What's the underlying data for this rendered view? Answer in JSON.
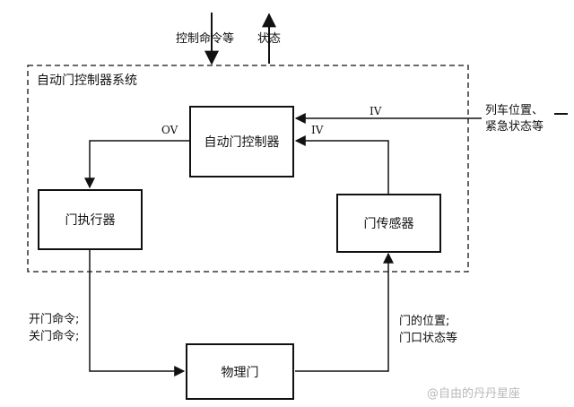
{
  "system_title": "自动门控制器系统",
  "external": {
    "input_top": "控制命令等",
    "output_top": "状态",
    "input_right_line1": "列车位置、",
    "input_right_line2": "紧急状态等"
  },
  "blocks": {
    "controller": "自动门控制器",
    "actuator": "门执行器",
    "sensor": "门传感器",
    "physical_door": "物理门"
  },
  "flow_labels": {
    "controller_to_actuator": "OV",
    "sensor_to_controller": "IV",
    "external_to_controller": "IV",
    "actuator_to_door_line1": "开门命令;",
    "actuator_to_door_line2": "关门命令;",
    "door_to_sensor_line1": "门的位置;",
    "door_to_sensor_line2": "门口状态等"
  },
  "watermark": "@自由的丹丹星座"
}
